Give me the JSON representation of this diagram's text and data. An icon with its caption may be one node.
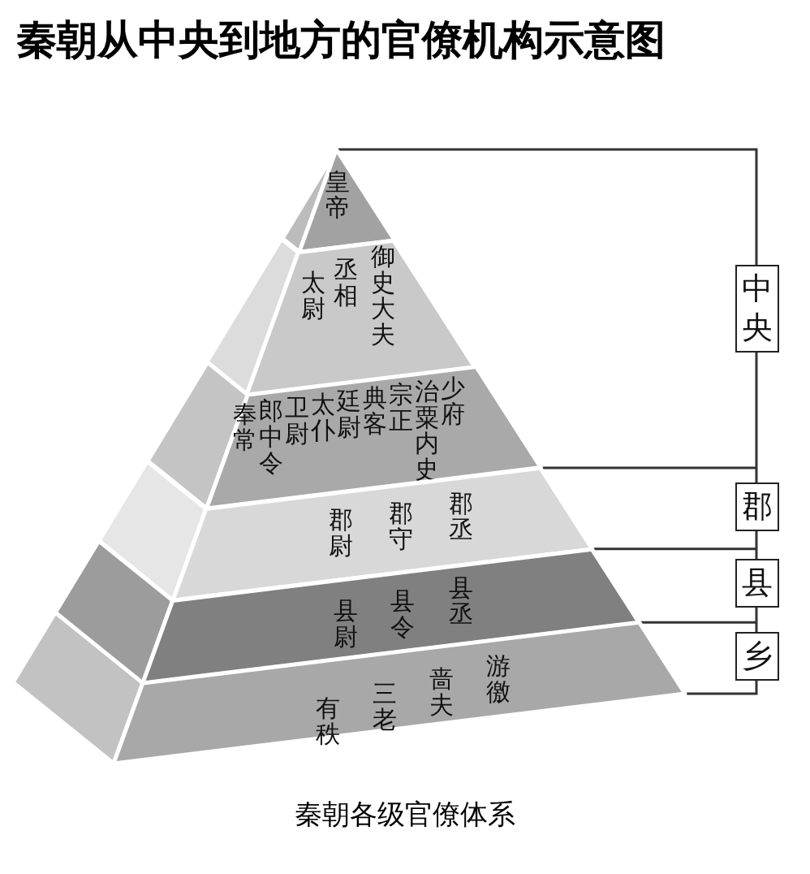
{
  "diagram": {
    "title": "秦朝从中央到地方的官僚机构示意图",
    "caption": "秦朝各级官僚体系",
    "nodes": [
      {
        "text": [
          "皇帝"
        ]
      },
      {
        "text": [
          "太尉",
          "丞相",
          "御史大夫"
        ]
      },
      {
        "text": [
          "奉常",
          "郎中令",
          "卫尉",
          "太仆",
          "廷尉",
          "典客",
          "宗正",
          "治粟内史",
          "少府"
        ]
      },
      {
        "text": [
          "郡尉",
          "郡守",
          "郡丞"
        ]
      },
      {
        "text": [
          "县尉",
          "县令",
          "县丞"
        ]
      },
      {
        "text": [
          "有秩",
          "三老",
          "啬夫",
          "游徼"
        ]
      },
      {
        "text": [
          "中央"
        ]
      },
      {
        "text": [
          "郡"
        ]
      },
      {
        "text": [
          "县"
        ]
      },
      {
        "text": [
          "乡"
        ]
      }
    ]
  }
}
